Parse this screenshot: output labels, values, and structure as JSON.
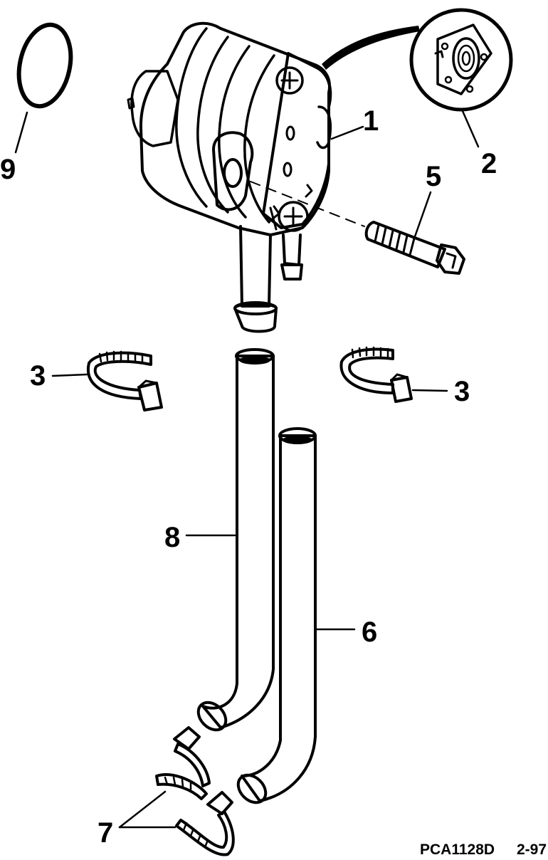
{
  "callouts": {
    "c1": "1",
    "c2": "2",
    "c3_left": "3",
    "c3_right": "3",
    "c5": "5",
    "c6": "6",
    "c7": "7",
    "c8": "8",
    "c9": "9"
  },
  "footer": {
    "code": "PCA1128D",
    "date": "2-97"
  }
}
